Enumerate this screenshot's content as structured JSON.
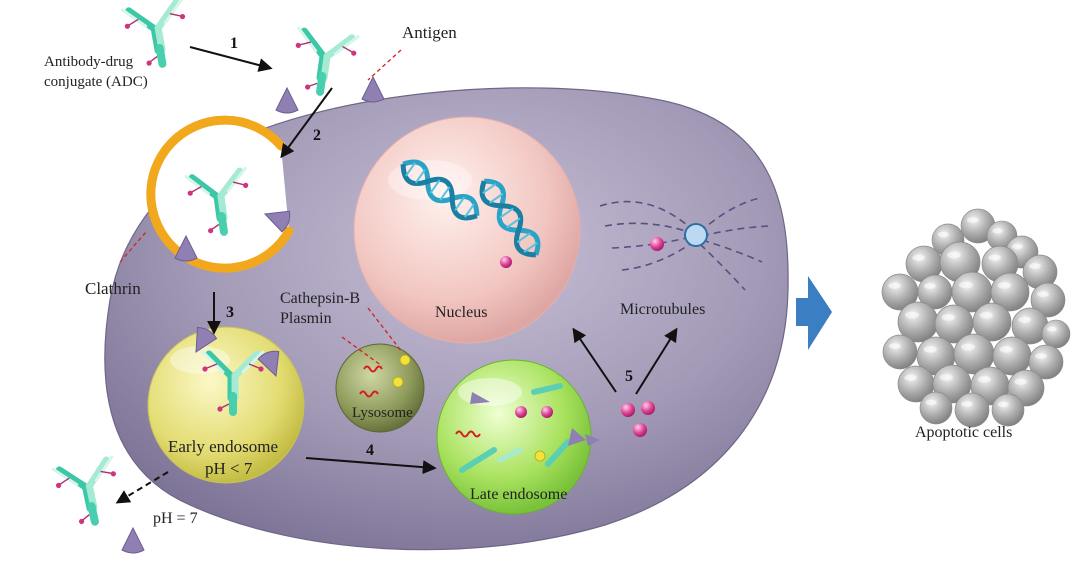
{
  "labels": {
    "adc_line1": "Antibody-drug",
    "adc_line2": "conjugate (ADC)",
    "antigen": "Antigen",
    "clathrin": "Clathrin",
    "nucleus": "Nucleus",
    "microtubules": "Microtubules",
    "enzymes_line1": "Cathepsin-B",
    "enzymes_line2": "Plasmin",
    "lysosome": "Lysosome",
    "early_endosome_line1": "Early endosome",
    "early_endosome_line2": "pH < 7",
    "late_endosome": "Late endosome",
    "ph_neutral": "pH = 7",
    "apoptotic_cells": "Apoptotic cells"
  },
  "steps": [
    "1",
    "2",
    "3",
    "4",
    "5"
  ],
  "colors": {
    "cell_body": "#9d93b0",
    "clathrin_pit": "#f2a81c",
    "nucleus": "#f3c8c4",
    "lysosome": "#8d9a5a",
    "early_endosome": "#e6e07a",
    "late_endosome": "#a8e35a",
    "antibody": "#3cc8a6",
    "antigen": "#8f7fb3",
    "payload": "#d0347e",
    "dna": "#2ba3c6",
    "apoptotic": "#a9a9a9",
    "process_arrow": "#3c7ec2"
  }
}
